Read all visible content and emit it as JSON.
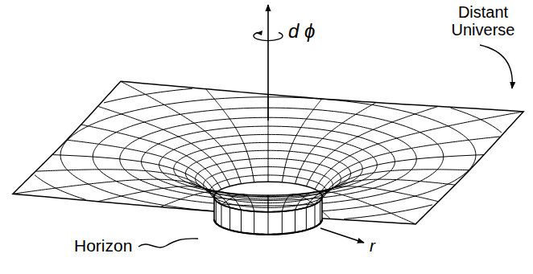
{
  "diagram": {
    "labels": [
      "Distant Universe",
      "d ϕ",
      "Horizon",
      "r"
    ]
  }
}
